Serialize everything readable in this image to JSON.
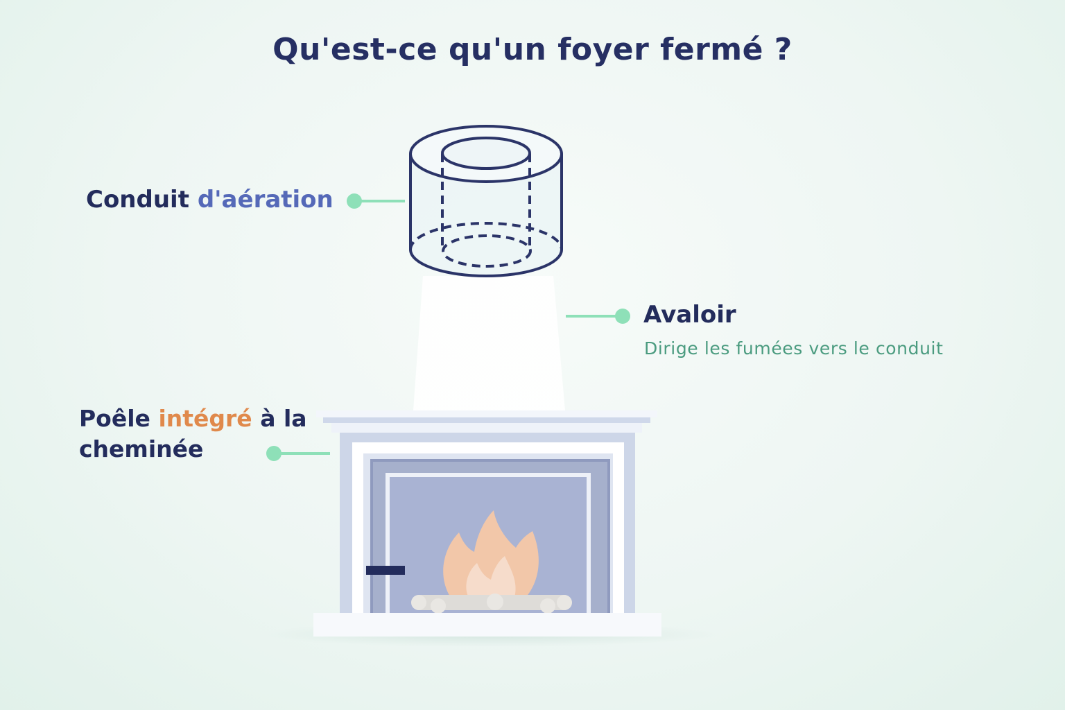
{
  "title": "Qu'est-ce qu'un foyer fermé ?",
  "labels": {
    "conduit": {
      "text_main": "Conduit",
      "text_accent": "d'aération"
    },
    "avaloir": {
      "title": "Avaloir",
      "description": "Dirige les fumées vers le conduit"
    },
    "poele": {
      "text_before": "Poêle",
      "text_accent": "intégré",
      "text_after": "à la cheminée"
    }
  },
  "colors": {
    "title": "#262f63",
    "accent_blue": "#5569b8",
    "accent_orange": "#e0894b",
    "connector": "#8ee0b8",
    "subtext": "#4a9b7f",
    "outline": "#2b3468"
  },
  "icons": [
    "conduit-cylinder-icon",
    "flame-icon",
    "logs-icon",
    "door-handle-icon"
  ]
}
